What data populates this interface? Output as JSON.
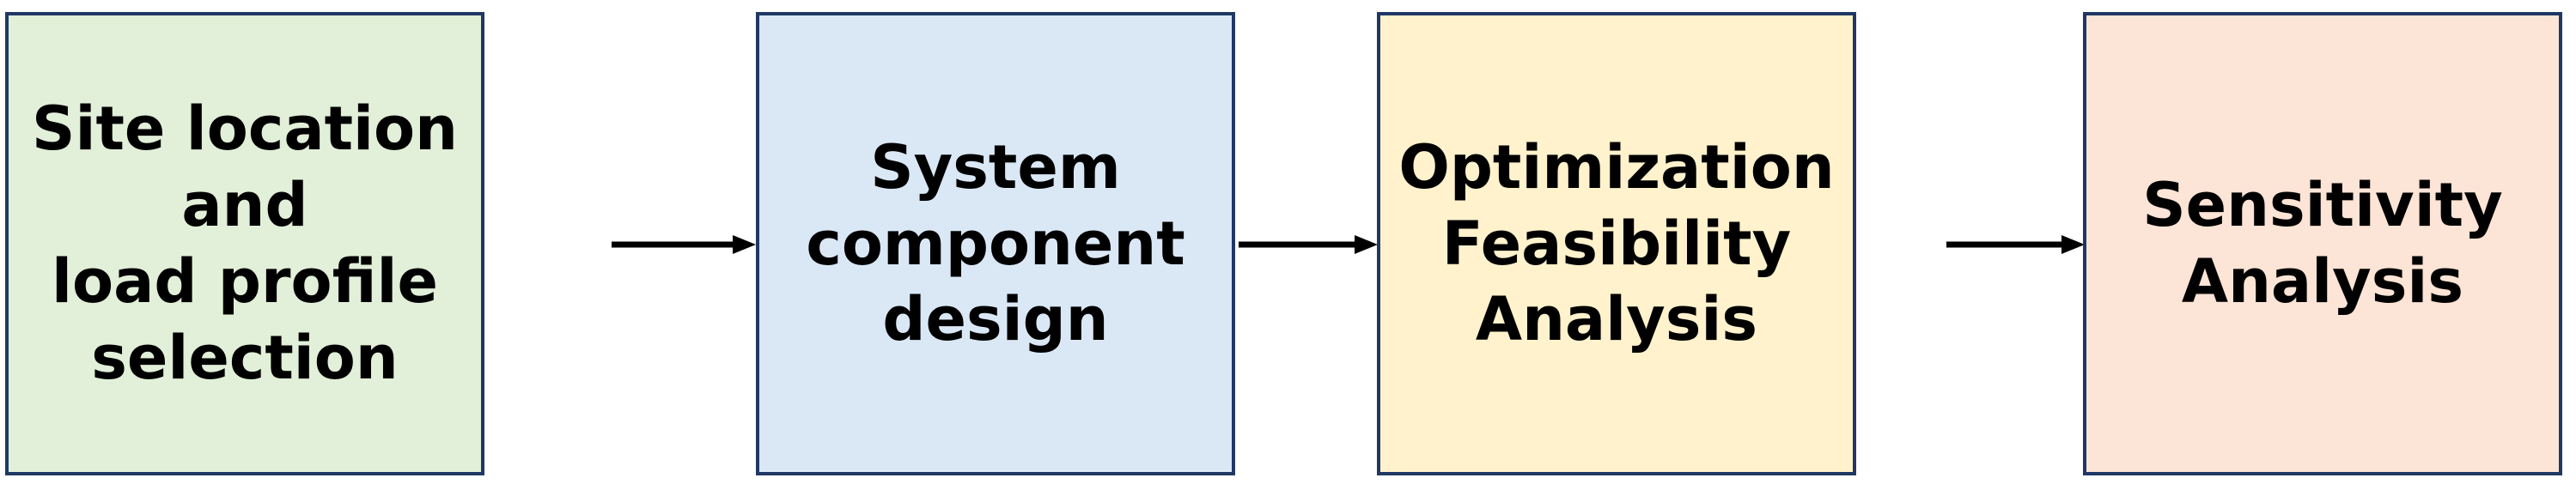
{
  "steps": [
    {
      "lines": [
        "Site location",
        "and",
        "load profile",
        "selection"
      ],
      "fill": "#e2efd9"
    },
    {
      "lines": [
        "System",
        "component",
        "design"
      ],
      "fill": "#dae8f6"
    },
    {
      "lines": [
        "Optimization",
        "Feasibility",
        "Analysis"
      ],
      "fill": "#fff2cc"
    },
    {
      "lines": [
        "Sensitivity",
        "Analysis"
      ],
      "fill": "#fce4d6"
    }
  ],
  "colors": {
    "border": "#1f3864",
    "arrow": "#000000"
  }
}
